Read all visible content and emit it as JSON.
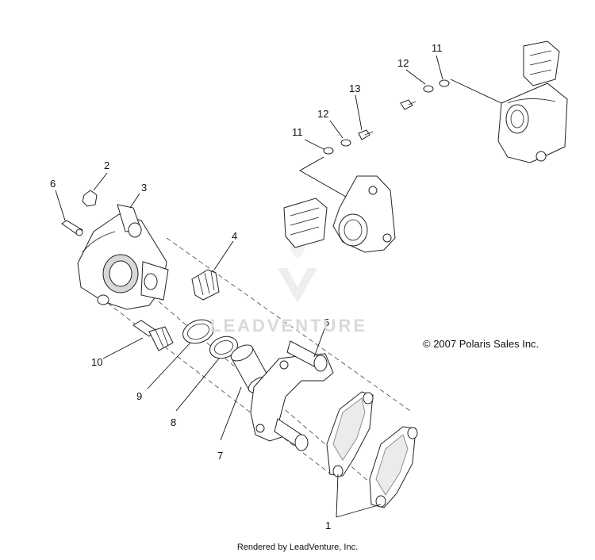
{
  "callouts": [
    {
      "id": "1",
      "text": "1"
    },
    {
      "id": "2",
      "text": "2"
    },
    {
      "id": "3",
      "text": "3"
    },
    {
      "id": "4",
      "text": "4"
    },
    {
      "id": "5",
      "text": "5"
    },
    {
      "id": "6",
      "text": "6"
    },
    {
      "id": "7",
      "text": "7"
    },
    {
      "id": "8",
      "text": "8"
    },
    {
      "id": "9",
      "text": "9"
    },
    {
      "id": "10",
      "text": "10"
    },
    {
      "id": "11a",
      "text": "11"
    },
    {
      "id": "11b",
      "text": "11"
    },
    {
      "id": "12a",
      "text": "12"
    },
    {
      "id": "12b",
      "text": "12"
    },
    {
      "id": "13",
      "text": "13"
    }
  ],
  "copyright": "© 2007 Polaris Sales Inc.",
  "footer": "Rendered by LeadVenture, Inc.",
  "watermark": {
    "text": "LEADVENTURE",
    "color": "#d9d9d9"
  }
}
